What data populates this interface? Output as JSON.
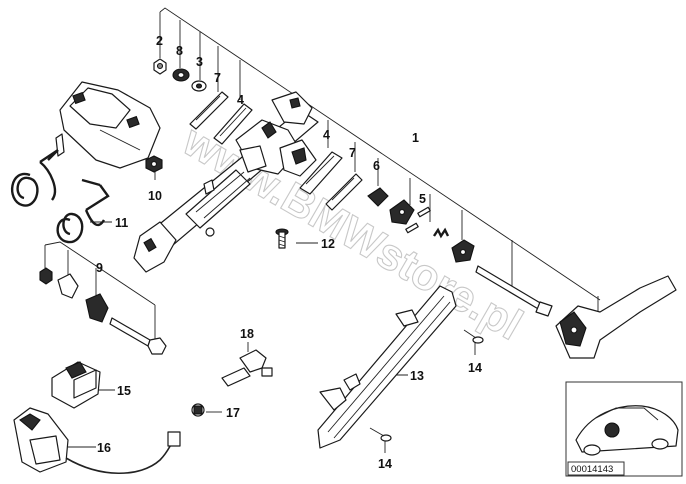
{
  "watermark": "www.BMWstore.pl",
  "diagram_ref": "00014143",
  "callouts": {
    "c1": "1",
    "c2": "2",
    "c3": "3",
    "c4a": "4",
    "c4b": "4",
    "c5": "5",
    "c6": "6",
    "c7a": "7",
    "c7b": "7",
    "c8": "8",
    "c9": "9",
    "c10": "10",
    "c11": "11",
    "c12": "12",
    "c13": "13",
    "c14a": "14",
    "c14b": "14",
    "c15": "15",
    "c16": "16",
    "c17": "17",
    "c18": "18"
  }
}
